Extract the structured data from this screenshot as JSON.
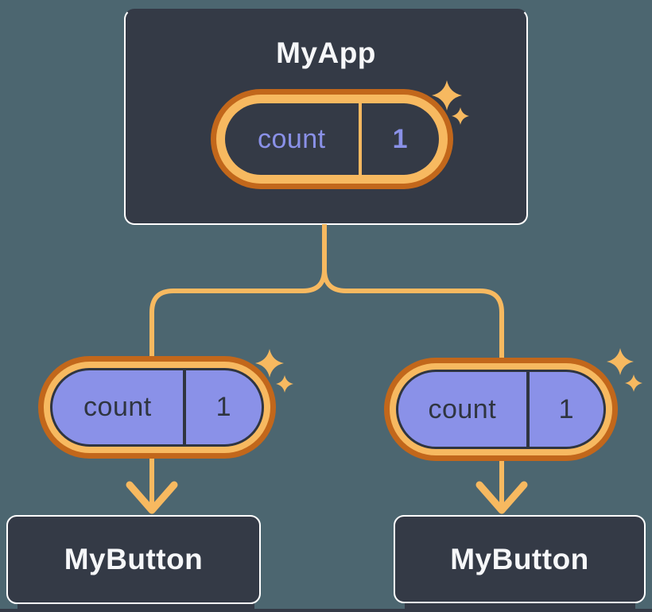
{
  "diagram": {
    "root": {
      "label": "MyApp",
      "pill": {
        "name": "count",
        "value": "1"
      }
    },
    "children": [
      {
        "label": "MyButton",
        "pill": {
          "name": "count",
          "value": "1"
        }
      },
      {
        "label": "MyButton",
        "pill": {
          "name": "count",
          "value": "1"
        }
      }
    ]
  },
  "icons": {
    "sparkle": "✦",
    "arrow_down": "↓"
  },
  "colors": {
    "background": "#4C6670",
    "card_fill": "#343A46",
    "card_border": "#FFFFFF",
    "line_orange": "#F7B960",
    "ring_orange": "#C2671B",
    "pill_purple": "#8A91E8",
    "text_light": "#F6F7F9",
    "text_dark": "#2F3540"
  }
}
